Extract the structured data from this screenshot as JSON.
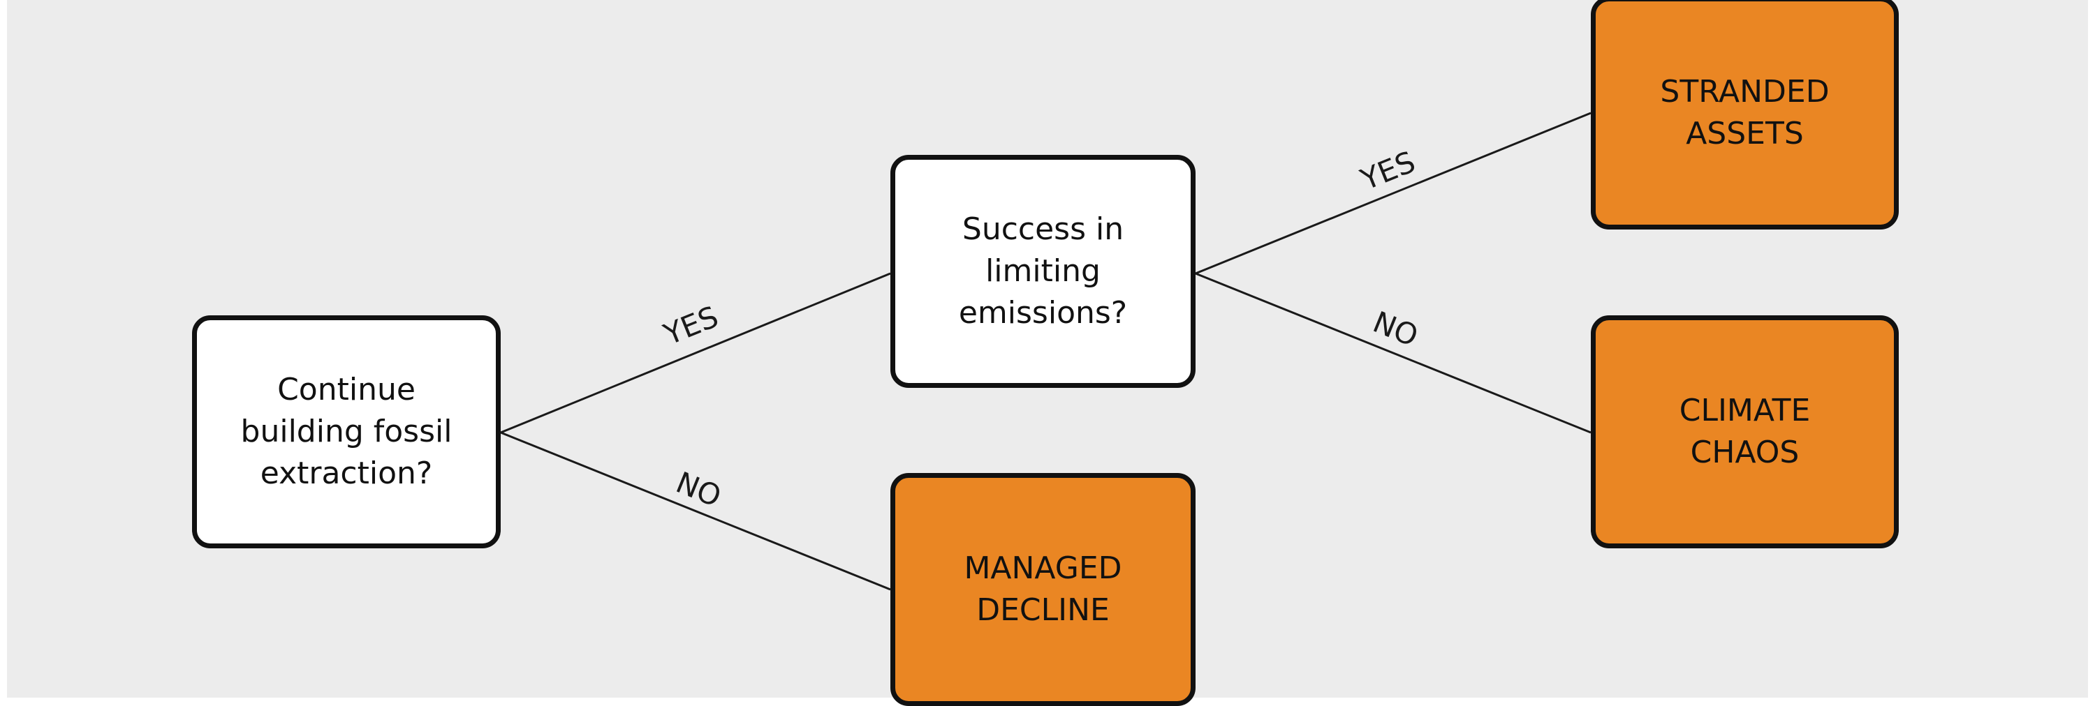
{
  "nodes": {
    "continue": "Continue\nbuilding fossil\nextraction?",
    "success": "Success in\nlimiting\nemissions?",
    "managed_decline": "MANAGED\nDECLINE",
    "stranded_assets": "STRANDED\nASSETS",
    "climate_chaos": "CLIMATE\nCHAOS"
  },
  "edges": {
    "continue_yes": "YES",
    "continue_no": "NO",
    "success_yes": "YES",
    "success_no": "NO"
  },
  "colors": {
    "background": "#ececec",
    "question_fill": "#ffffff",
    "outcome_fill": "#ea8623",
    "stroke": "#111111"
  }
}
